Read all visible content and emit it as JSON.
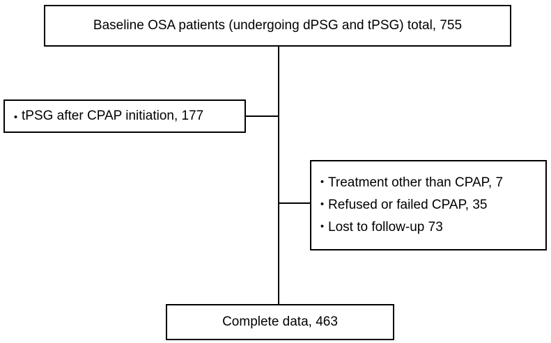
{
  "top_box": {
    "text": "Baseline OSA patients (undergoing dPSG and tPSG) total, 755"
  },
  "left_box": {
    "bullet": "・",
    "text": "tPSG after CPAP initiation, 177"
  },
  "right_box": {
    "items": [
      {
        "bullet": "・",
        "text": "Treatment other than CPAP, 7"
      },
      {
        "bullet": "・",
        "text": "Refused or failed CPAP, 35"
      },
      {
        "bullet": "・",
        "text": "Lost to follow-up 73"
      }
    ]
  },
  "bottom_box": {
    "text": "Complete data, 463"
  }
}
